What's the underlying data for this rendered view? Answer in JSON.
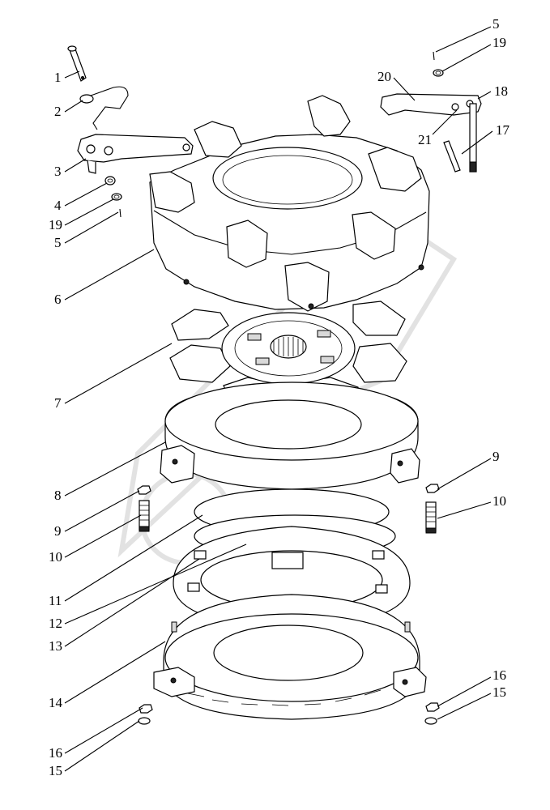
{
  "diagram": {
    "callouts": [
      {
        "id": "c1",
        "text": "1"
      },
      {
        "id": "c2",
        "text": "2"
      },
      {
        "id": "c3",
        "text": "3"
      },
      {
        "id": "c4",
        "text": "4"
      },
      {
        "id": "c19a",
        "text": "19"
      },
      {
        "id": "c5a",
        "text": "5"
      },
      {
        "id": "c6",
        "text": "6"
      },
      {
        "id": "c7",
        "text": "7"
      },
      {
        "id": "c8",
        "text": "8"
      },
      {
        "id": "c9a",
        "text": "9"
      },
      {
        "id": "c10a",
        "text": "10"
      },
      {
        "id": "c11",
        "text": "11"
      },
      {
        "id": "c12",
        "text": "12"
      },
      {
        "id": "c13",
        "text": "13"
      },
      {
        "id": "c14",
        "text": "14"
      },
      {
        "id": "c16a",
        "text": "16"
      },
      {
        "id": "c15a",
        "text": "15"
      },
      {
        "id": "c5b",
        "text": "5"
      },
      {
        "id": "c19b",
        "text": "19"
      },
      {
        "id": "c20",
        "text": "20"
      },
      {
        "id": "c18",
        "text": "18"
      },
      {
        "id": "c21",
        "text": "21"
      },
      {
        "id": "c17",
        "text": "17"
      },
      {
        "id": "c9b",
        "text": "9"
      },
      {
        "id": "c10b",
        "text": "10"
      },
      {
        "id": "c16b",
        "text": "16"
      },
      {
        "id": "c15b",
        "text": "15"
      }
    ]
  }
}
